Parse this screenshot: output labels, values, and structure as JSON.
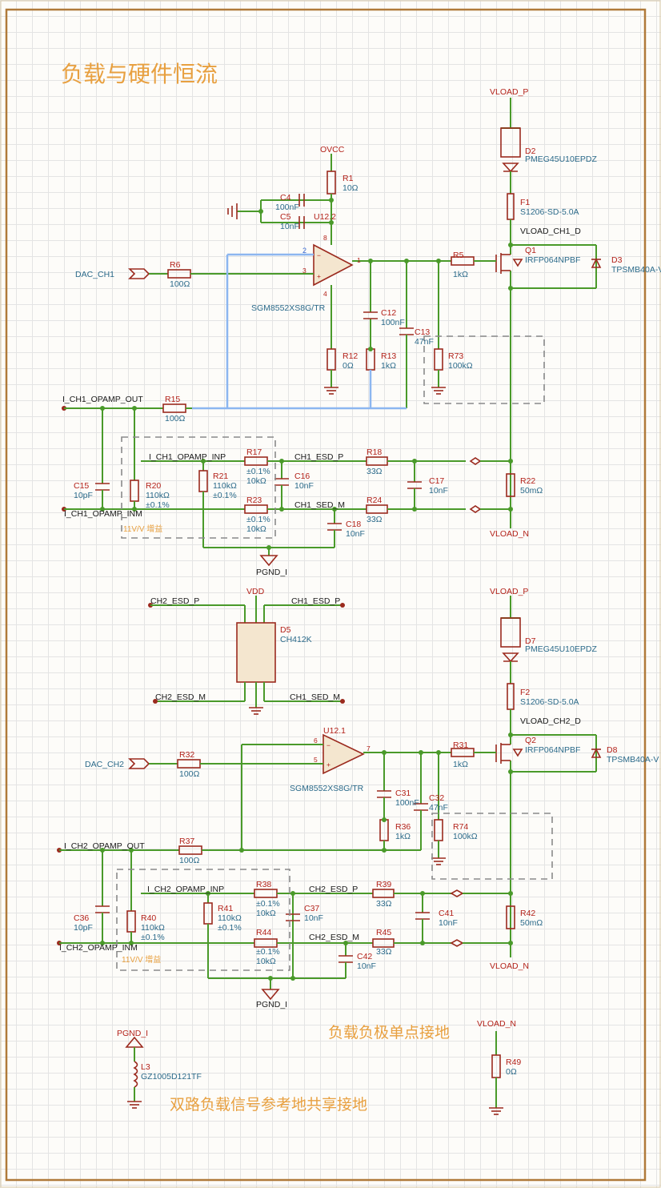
{
  "title": "负载与硬件恒流",
  "notes": {
    "single_point": "负载负极单点接地",
    "shared_ground": "双路负载信号参考地共享接地",
    "gain1": "11V/V 增益",
    "gain2": "11V/V 增益"
  },
  "nets": {
    "vload_p": "VLOAD_P",
    "vload_n": "VLOAD_N",
    "vload_ch1_d": "VLOAD_CH1_D",
    "vload_ch2_d": "VLOAD_CH2_D",
    "ovcc": "OVCC",
    "vdd": "VDD",
    "dac_ch1": "DAC_CH1",
    "dac_ch2": "DAC_CH2",
    "i_ch1_opamp_out": "I_CH1_OPAMP_OUT",
    "i_ch1_opamp_inp": "I_CH1_OPAMP_INP",
    "i_ch1_opamp_inm": "I_CH1_OPAMP_INM",
    "i_ch2_opamp_out": "I_CH2_OPAMP_OUT",
    "i_ch2_opamp_inp": "I_CH2_OPAMP_INP",
    "i_ch2_opamp_inm": "I_CH2_OPAMP_INM",
    "ch1_esd_p": "CH1_ESD_P",
    "ch1_sed_m": "CH1_SED_M",
    "ch2_esd_p": "CH2_ESD_P",
    "ch2_esd_m": "CH2_ESD_M",
    "pgnd_i": "PGND_I"
  },
  "components": [
    {
      "ref": "R1",
      "value": "10Ω"
    },
    {
      "ref": "C4",
      "value": "100nF"
    },
    {
      "ref": "C5",
      "value": "10nF"
    },
    {
      "ref": "U12.2",
      "value": "SGM8552XS8G/TR"
    },
    {
      "ref": "R6",
      "value": "100Ω"
    },
    {
      "ref": "C12",
      "value": "100nF"
    },
    {
      "ref": "C13",
      "value": "47nF"
    },
    {
      "ref": "R12",
      "value": "0Ω"
    },
    {
      "ref": "R13",
      "value": "1kΩ"
    },
    {
      "ref": "R5",
      "value": "1kΩ"
    },
    {
      "ref": "R73",
      "value": "100kΩ"
    },
    {
      "ref": "D2",
      "value": "PMEG45U10EPDZ"
    },
    {
      "ref": "F1",
      "value": "S1206-SD-5.0A"
    },
    {
      "ref": "Q1",
      "value": "IRFP064NPBF"
    },
    {
      "ref": "D3",
      "value": "TPSMB40A-V"
    },
    {
      "ref": "R15",
      "value": "100Ω"
    },
    {
      "ref": "C15",
      "value": "10pF"
    },
    {
      "ref": "R20",
      "value": "110kΩ",
      "tol": "±0.1%"
    },
    {
      "ref": "R21",
      "value": "110kΩ",
      "tol": "±0.1%"
    },
    {
      "ref": "R17",
      "value": "10kΩ",
      "tol": "±0.1%"
    },
    {
      "ref": "R23",
      "value": "10kΩ",
      "tol": "±0.1%"
    },
    {
      "ref": "C16",
      "value": "10nF"
    },
    {
      "ref": "C18",
      "value": "10nF"
    },
    {
      "ref": "R18",
      "value": "33Ω"
    },
    {
      "ref": "R24",
      "value": "33Ω"
    },
    {
      "ref": "C17",
      "value": "10nF"
    },
    {
      "ref": "R22",
      "value": "50mΩ"
    },
    {
      "ref": "D5",
      "value": "CH412K"
    },
    {
      "ref": "U12.1",
      "value": "SGM8552XS8G/TR"
    },
    {
      "ref": "R32",
      "value": "100Ω"
    },
    {
      "ref": "R31",
      "value": "1kΩ"
    },
    {
      "ref": "C31",
      "value": "100nF"
    },
    {
      "ref": "C32",
      "value": "47nF"
    },
    {
      "ref": "R36",
      "value": "1kΩ"
    },
    {
      "ref": "R74",
      "value": "100kΩ"
    },
    {
      "ref": "D7",
      "value": "PMEG45U10EPDZ"
    },
    {
      "ref": "F2",
      "value": "S1206-SD-5.0A"
    },
    {
      "ref": "Q2",
      "value": "IRFP064NPBF"
    },
    {
      "ref": "D8",
      "value": "TPSMB40A-V"
    },
    {
      "ref": "R37",
      "value": "100Ω"
    },
    {
      "ref": "C36",
      "value": "10pF"
    },
    {
      "ref": "R40",
      "value": "110kΩ",
      "tol": "±0.1%"
    },
    {
      "ref": "R41",
      "value": "110kΩ",
      "tol": "±0.1%"
    },
    {
      "ref": "R38",
      "value": "10kΩ",
      "tol": "±0.1%"
    },
    {
      "ref": "R44",
      "value": "10kΩ",
      "tol": "±0.1%"
    },
    {
      "ref": "C37",
      "value": "10nF"
    },
    {
      "ref": "C42",
      "value": "10nF"
    },
    {
      "ref": "R39",
      "value": "33Ω"
    },
    {
      "ref": "R45",
      "value": "33Ω"
    },
    {
      "ref": "C41",
      "value": "10nF"
    },
    {
      "ref": "R42",
      "value": "50mΩ"
    },
    {
      "ref": "L3",
      "value": "GZ1005D121TF"
    },
    {
      "ref": "R49",
      "value": "0Ω"
    }
  ]
}
